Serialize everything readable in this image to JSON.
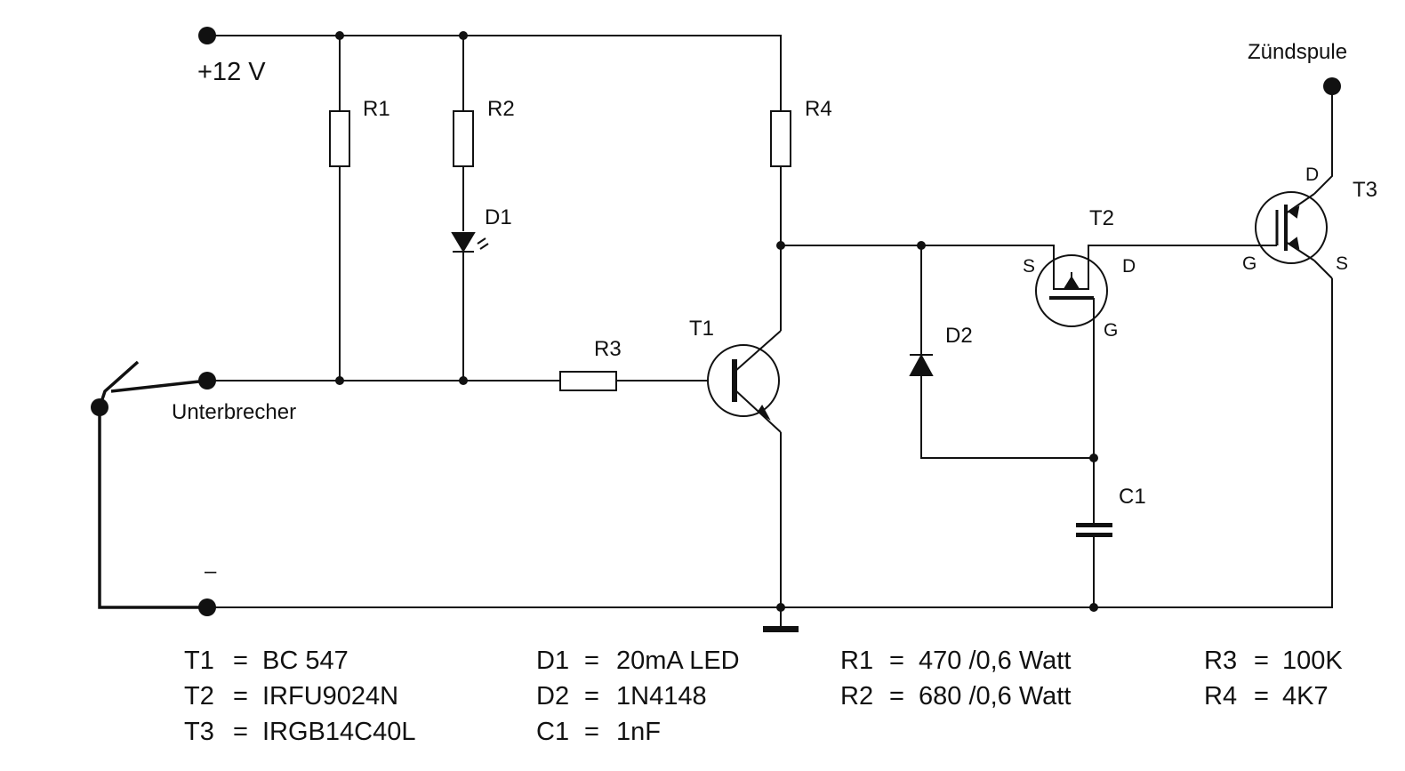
{
  "terminals": {
    "supply": "+12 V",
    "breaker": "Unterbrecher",
    "negative": "–",
    "coil": "Zündspule"
  },
  "components": {
    "r1": "R1",
    "r2": "R2",
    "r3": "R3",
    "r4": "R4",
    "d1": "D1",
    "d2": "D2",
    "c1": "C1",
    "t1": "T1",
    "t2": "T2",
    "t3": "T3"
  },
  "pins": {
    "t2_s": "S",
    "t2_d": "D",
    "t2_g": "G",
    "t3_d": "D",
    "t3_g": "G",
    "t3_s": "S"
  },
  "bom": [
    {
      "ref": "T1",
      "sep": "=",
      "value": "BC 547"
    },
    {
      "ref": "T2",
      "sep": "=",
      "value": "IRFU9024N"
    },
    {
      "ref": "T3",
      "sep": "=",
      "value": "IRGB14C40L"
    },
    {
      "ref": "D1",
      "sep": "=",
      "value": "20mA LED"
    },
    {
      "ref": "D2",
      "sep": "=",
      "value": "1N4148"
    },
    {
      "ref": "C1",
      "sep": "=",
      "value": "1nF"
    },
    {
      "ref": "R1",
      "sep": "=",
      "value": "470 /0,6 Watt"
    },
    {
      "ref": "R2",
      "sep": "=",
      "value": "680 /0,6 Watt"
    },
    {
      "ref": "R3",
      "sep": "=",
      "value": "100K"
    },
    {
      "ref": "R4",
      "sep": "=",
      "value": "4K7"
    }
  ]
}
